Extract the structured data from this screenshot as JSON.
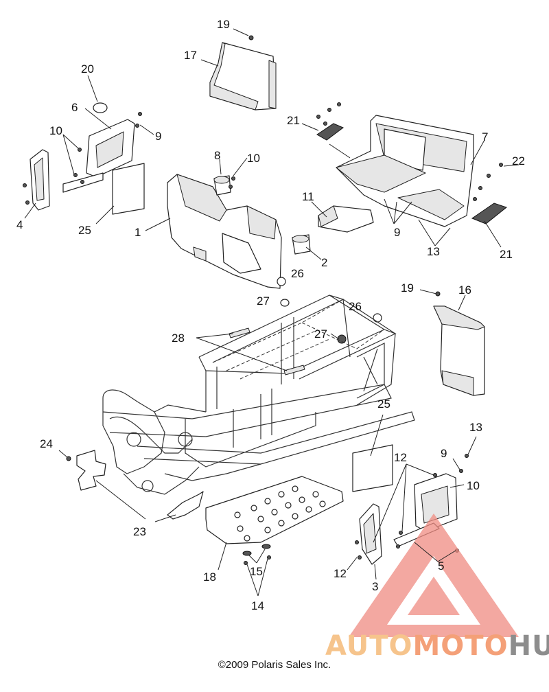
{
  "copyright": "©2009 Polaris Sales Inc.",
  "watermark": {
    "part1": "AUTO",
    "part2": "MOTO",
    "part3": "HUB",
    "colors": {
      "triangle": "#f08c82",
      "auto": "#f6c48c",
      "moto": "#f4a078",
      "hub": "#8d8d8d"
    }
  },
  "callouts": {
    "c19a": "19",
    "c17": "17",
    "c20": "20",
    "c6": "6",
    "c10a": "10",
    "c9a": "9",
    "c4": "4",
    "c25a": "25",
    "c8": "8",
    "c10b": "10",
    "c1": "1",
    "c21a": "21",
    "c7": "7",
    "c22": "22",
    "c11": "11",
    "c9b": "9",
    "c13a": "13",
    "c21b": "21",
    "c2": "2",
    "c26a": "26",
    "c27a": "27",
    "c19b": "19",
    "c16": "16",
    "c26b": "26",
    "c28": "28",
    "c27b": "27",
    "c25b": "25",
    "c13b": "13",
    "c24": "24",
    "c12a": "12",
    "c9c": "9",
    "c10c": "10",
    "c23": "23",
    "c18": "18",
    "c15": "15",
    "c12b": "12",
    "c5": "5",
    "c3": "3",
    "c14": "14"
  }
}
